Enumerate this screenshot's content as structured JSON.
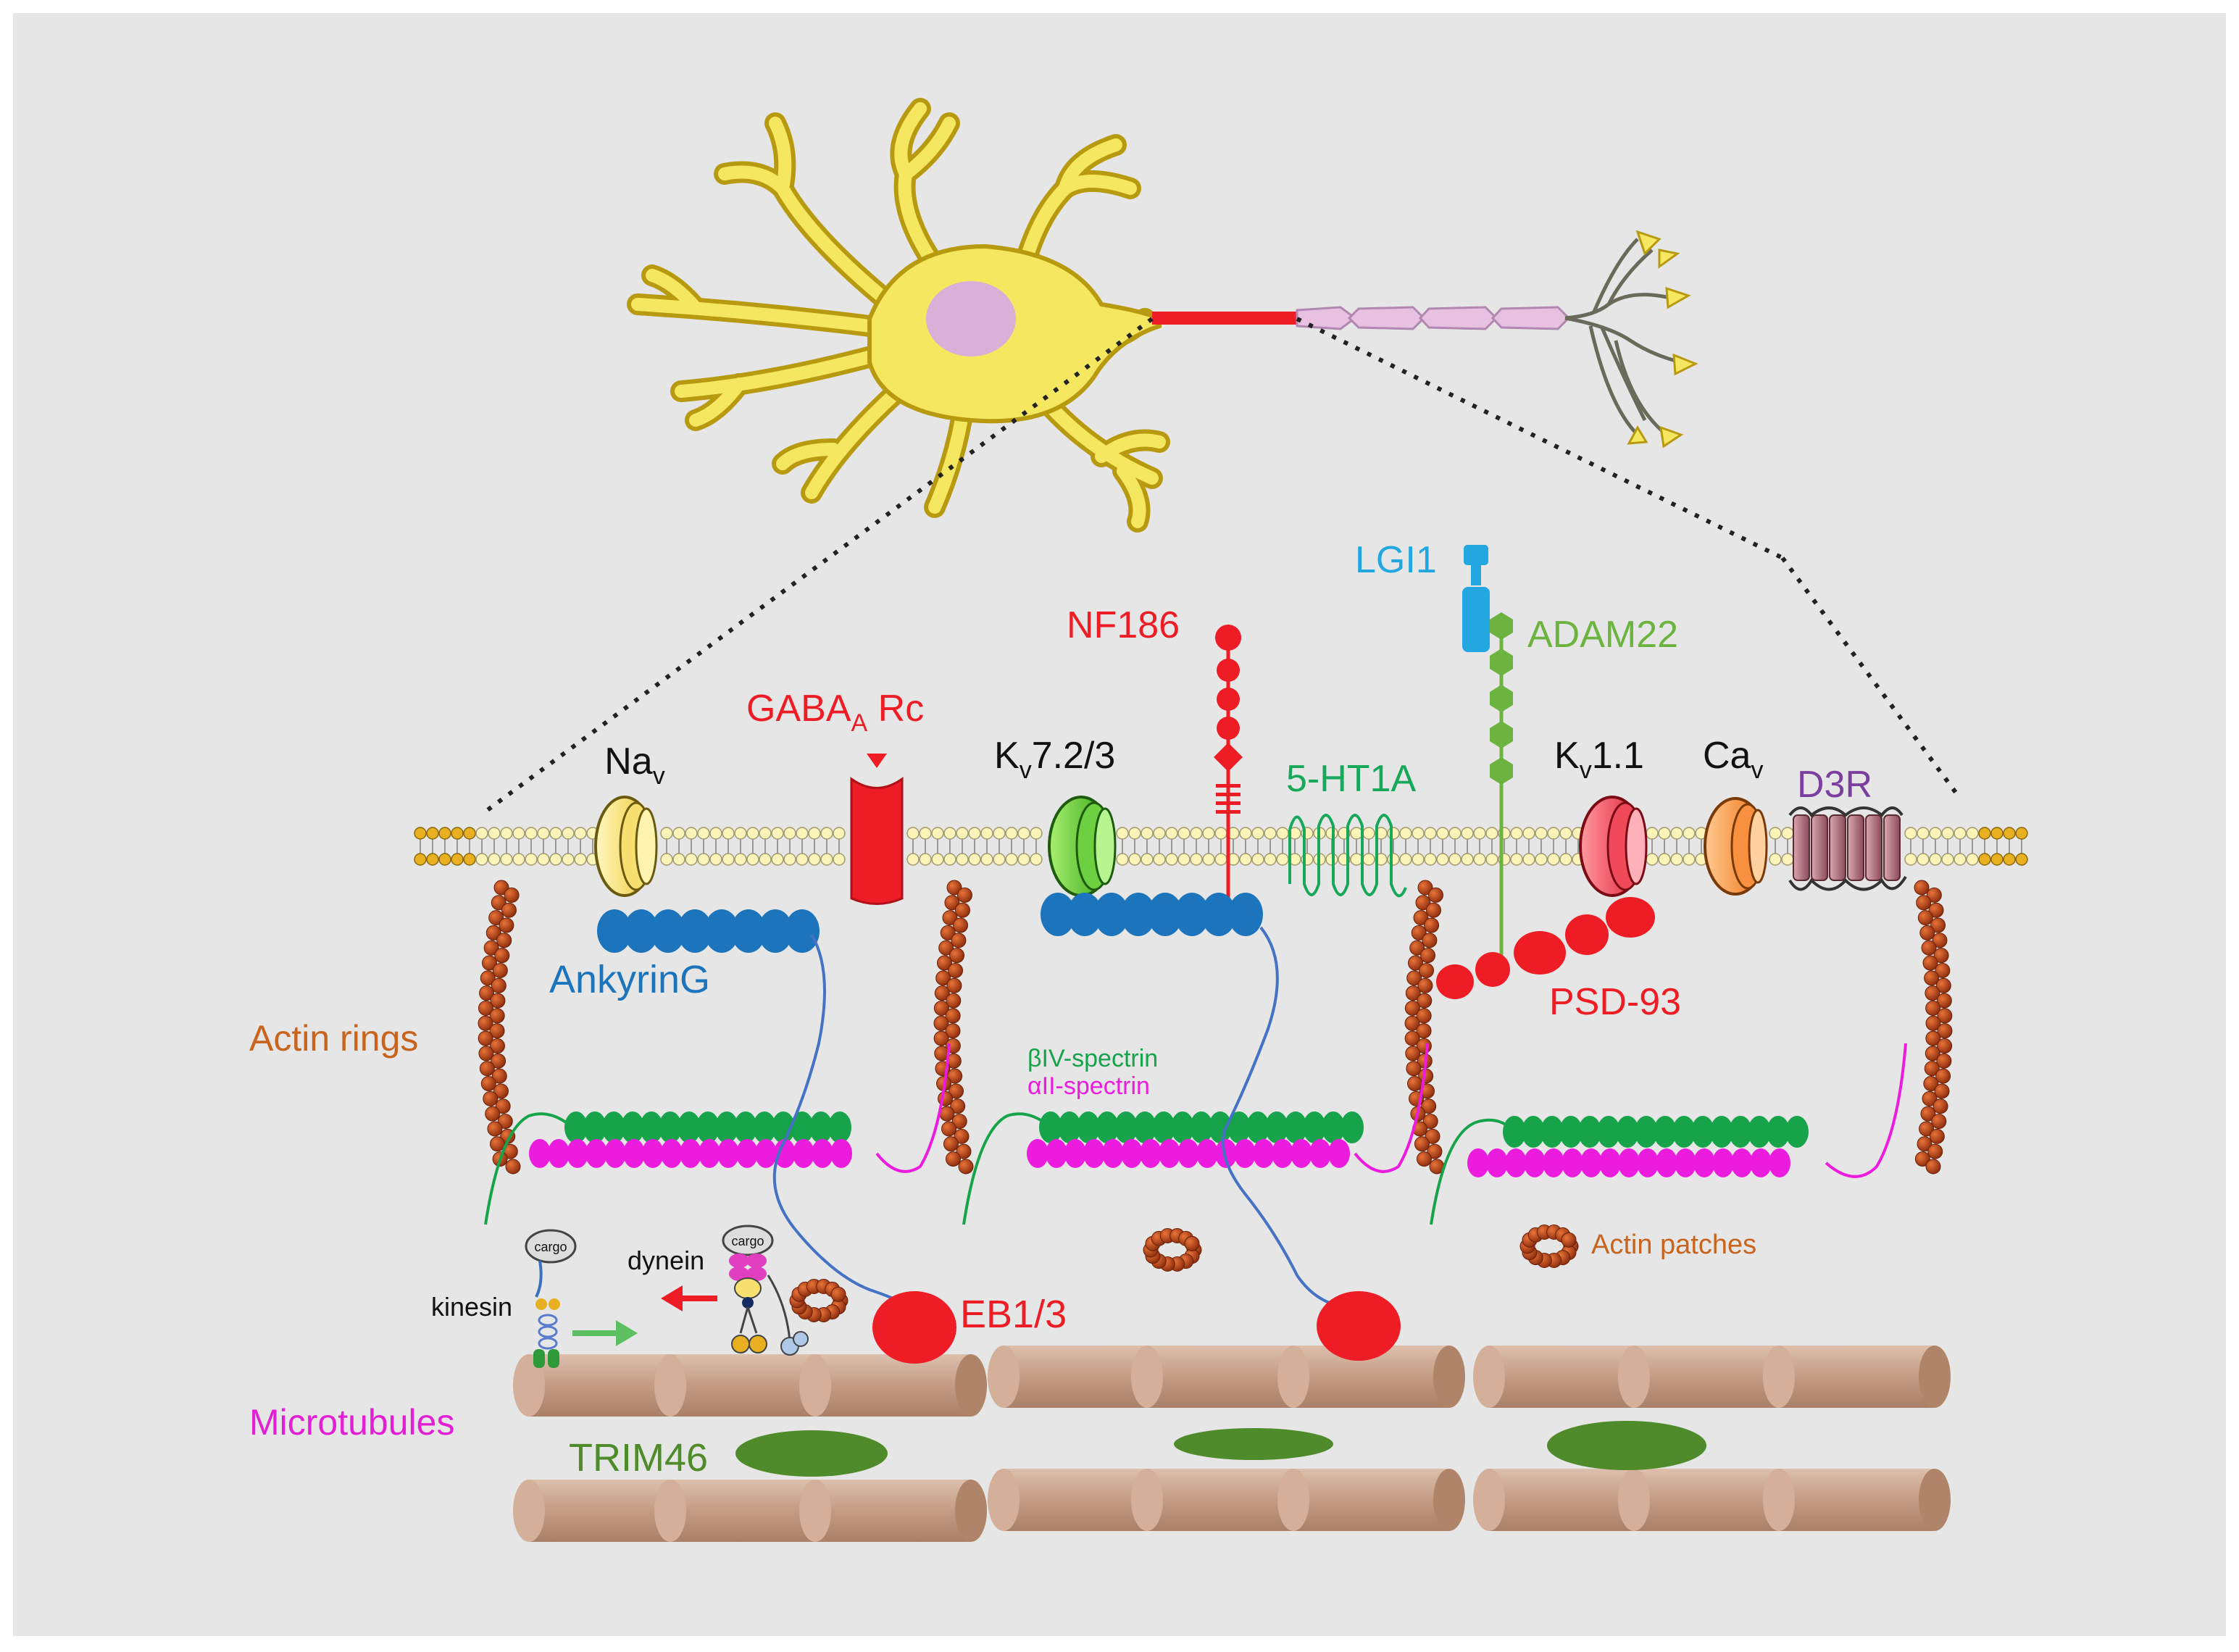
{
  "labels": {
    "nav": "Na",
    "nav_sub": "v",
    "gaba": "GABA",
    "gaba_sub": "A",
    "gaba_rest": " Rc",
    "kv7": "K",
    "kv7_sub": "v",
    "kv7_rest": "7.2/3",
    "nf186": "NF186",
    "ht1a": "5-HT1A",
    "lgi1": "LGI1",
    "adam22": "ADAM22",
    "kv11": "K",
    "kv11_sub": "v",
    "kv11_rest": "1.1",
    "cav": "Ca",
    "cav_sub": "v",
    "d3r": "D3R",
    "ankyrin": "AnkyrinG",
    "psd93": "PSD-93",
    "actin_rings": "Actin rings",
    "biv": "βIV-spectrin",
    "aii": "αII-spectrin",
    "actin_patches": "Actin patches",
    "cargo1": "cargo",
    "cargo2": "cargo",
    "dynein": "dynein",
    "kinesin": "kinesin",
    "eb13": "EB1/3",
    "microtubules": "Microtubules",
    "trim46": "TRIM46"
  },
  "colors": {
    "background": "#e6e6e6",
    "red": "#ee1c25",
    "ankyrin_blue": "#1c75bc",
    "spectrin_green": "#16a34a",
    "spectrin_pink": "#ec1cdf",
    "actin": "#c0451a",
    "adam22_green": "#6cb33f",
    "lgi1_blue": "#22a7e0",
    "ht1a_green": "#17a85a",
    "d3r_purple": "#7b3fa0",
    "microtubule": "#c9a48e",
    "trim46": "#4f8a2b",
    "actin_label": "#c8641e",
    "neuron_yellow": "#f5e860"
  }
}
